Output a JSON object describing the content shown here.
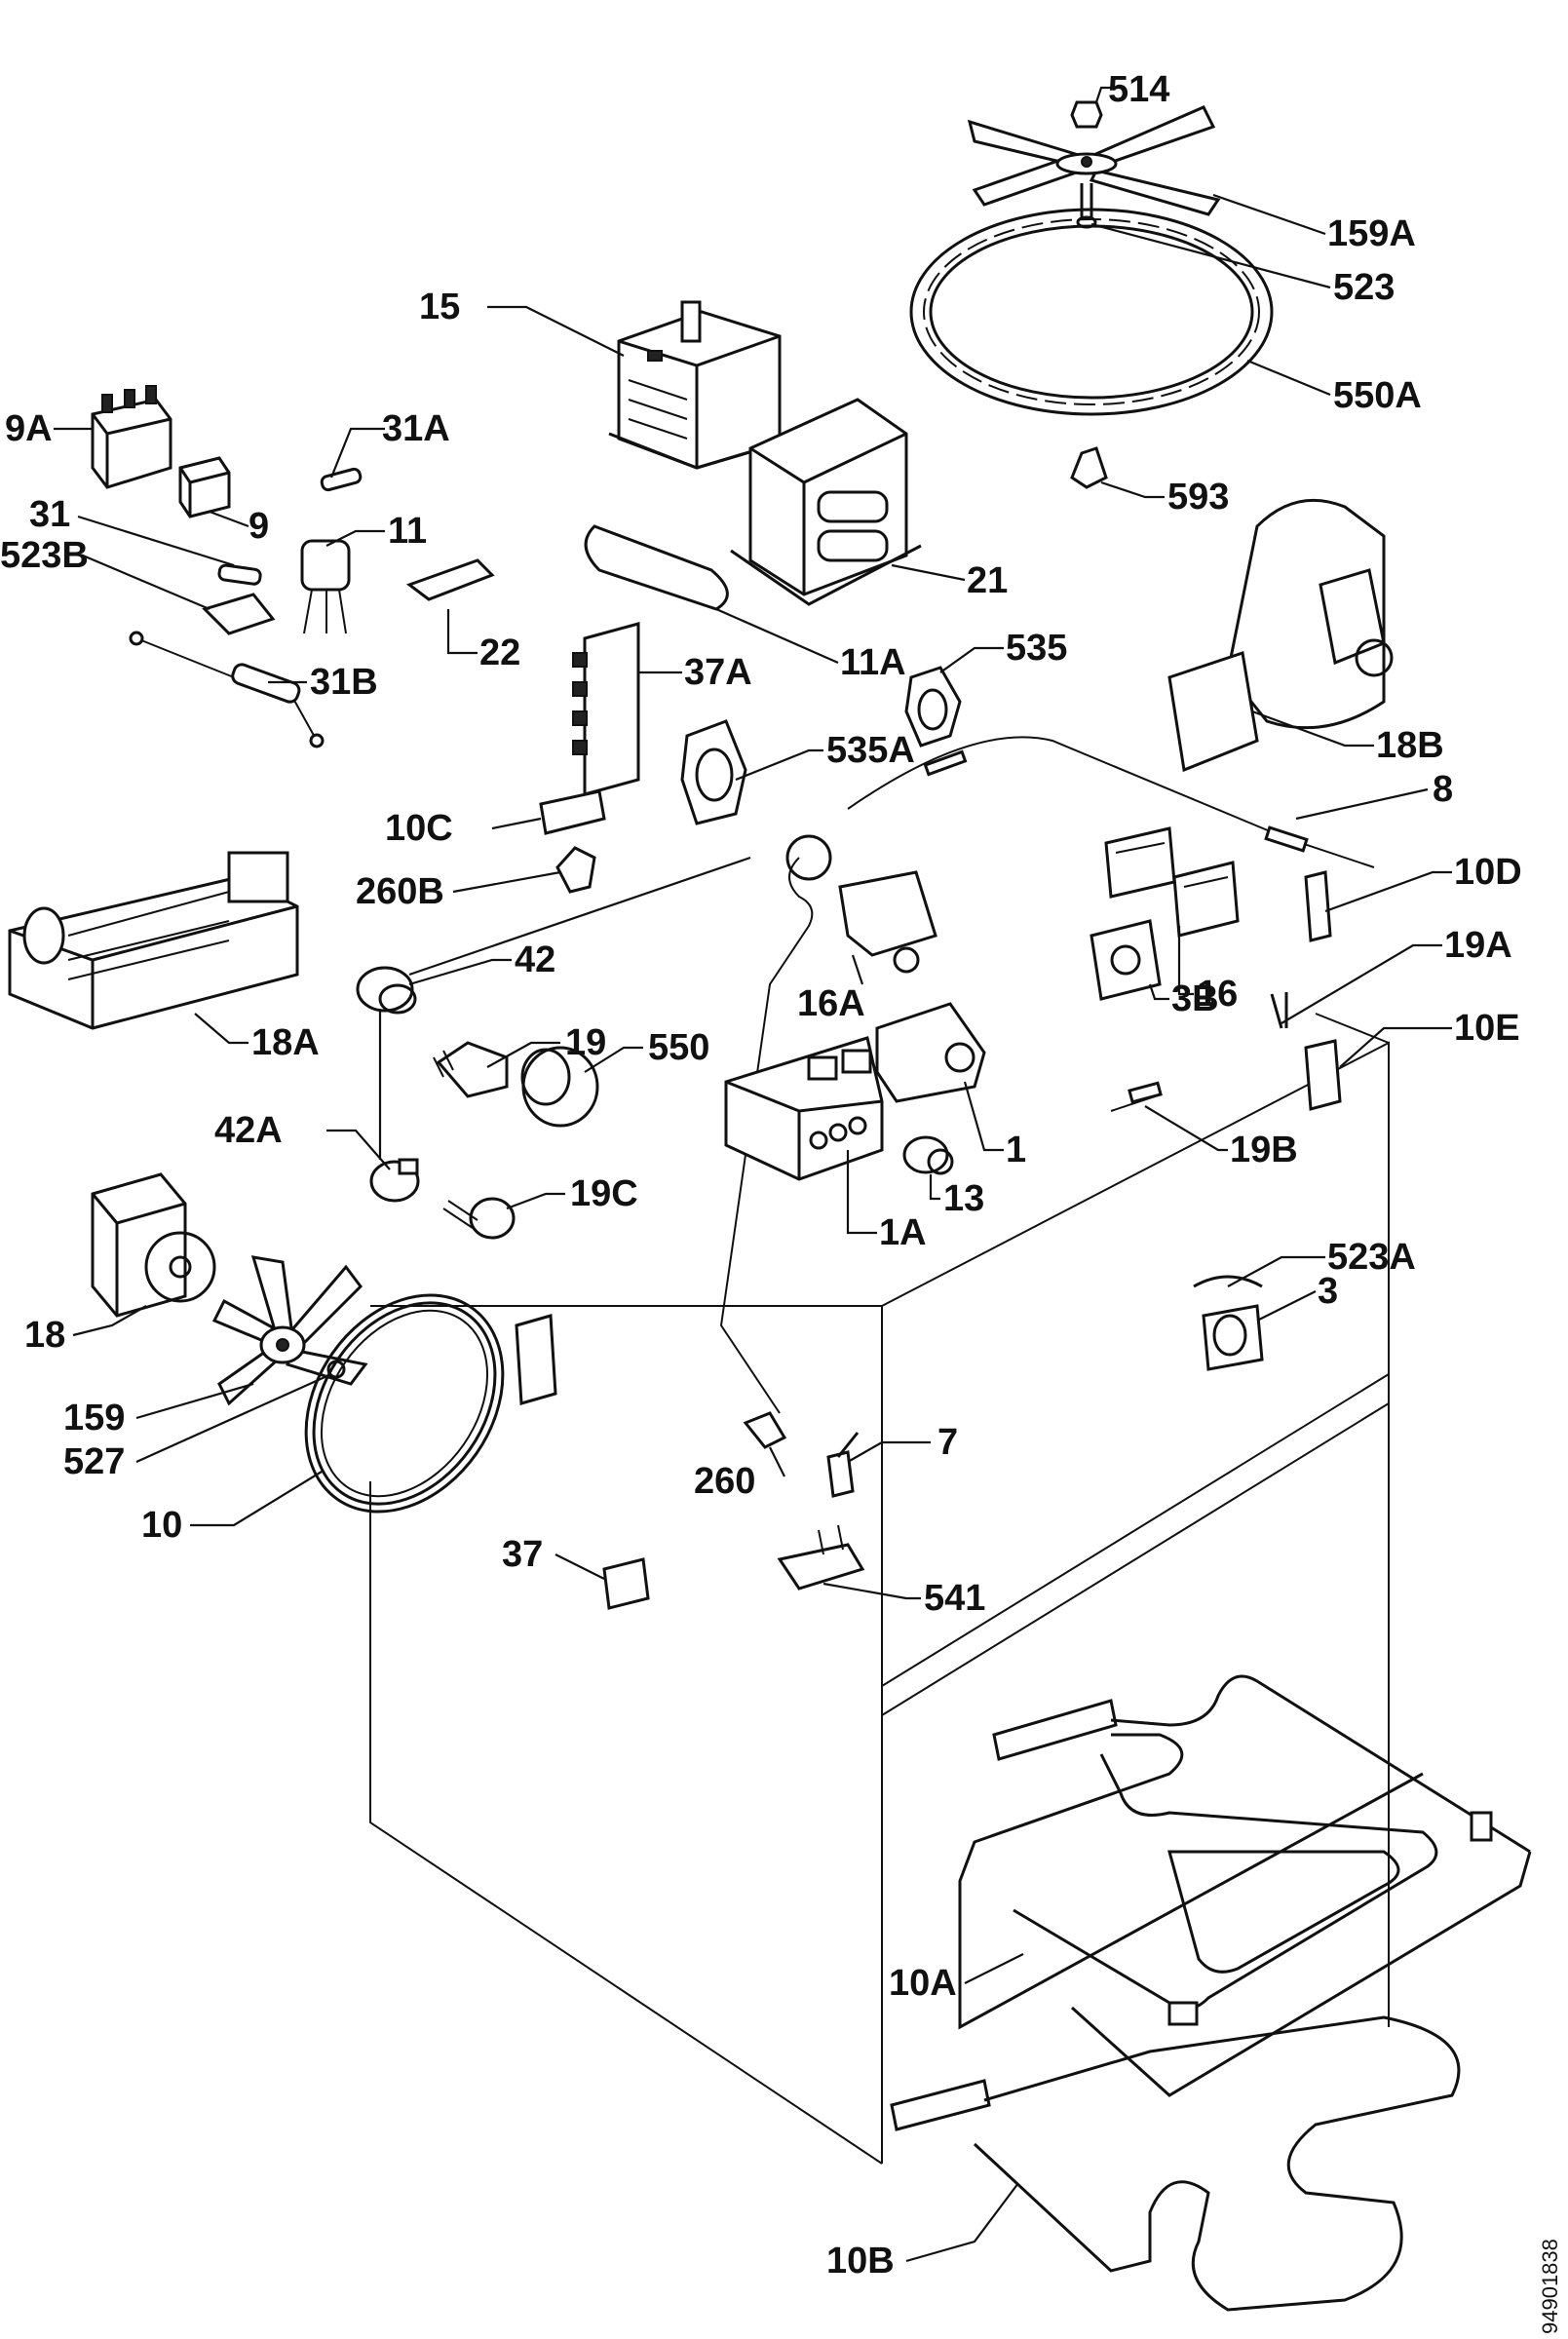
{
  "doc_number": "94901838",
  "labels": {
    "l514": "514",
    "l159A": "159A",
    "l523": "523",
    "l550A": "550A",
    "l15": "15",
    "l9A": "9A",
    "l31A": "31A",
    "l9": "9",
    "l31": "31",
    "l11": "11",
    "l523B": "523B",
    "l593": "593",
    "l21": "21",
    "l22": "22",
    "l31B": "31B",
    "l37A": "37A",
    "l11A": "11A",
    "l535": "535",
    "l18B": "18B",
    "l535A": "535A",
    "l8": "8",
    "l10C": "10C",
    "l10D": "10D",
    "l260B": "260B",
    "l42": "42",
    "l16A": "16A",
    "l16": "16",
    "l19A": "19A",
    "l18A": "18A",
    "l19": "19",
    "l550": "550",
    "l3B": "3B",
    "l10E": "10E",
    "l42A": "42A",
    "l1": "1",
    "l19B": "19B",
    "l19C": "19C",
    "l13": "13",
    "l1A": "1A",
    "l523A": "523A",
    "l3": "3",
    "l18": "18",
    "l159": "159",
    "l527": "527",
    "l10": "10",
    "l260": "260",
    "l7": "7",
    "l37": "37",
    "l541": "541",
    "l10A": "10A",
    "l10B": "10B"
  }
}
